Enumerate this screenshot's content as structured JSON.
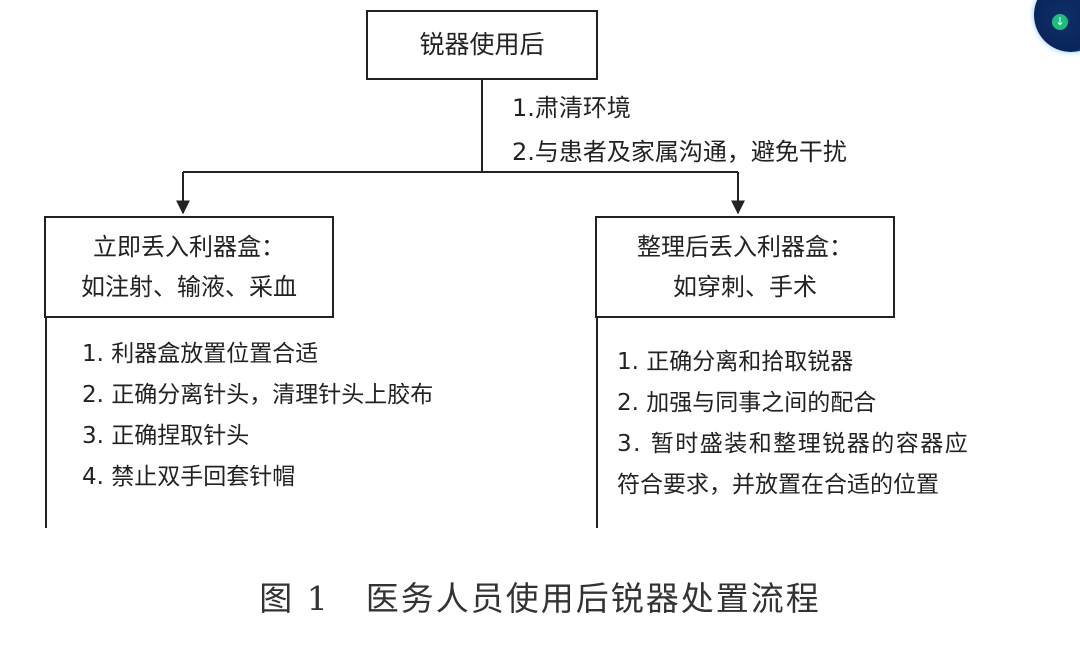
{
  "diagram": {
    "root": {
      "label": "锐器使用后"
    },
    "root_notes": [
      "1.肃清环境",
      "2.与患者及家属沟通，避免干扰"
    ],
    "branches": [
      {
        "line1": "立即丢入利器盒：",
        "line2": "如注射、输液、采血",
        "items": [
          "1.  利器盒放置位置合适",
          "2.  正确分离针头，清理针头上胶布",
          "3.  正确捏取针头",
          "4.  禁止双手回套针帽"
        ]
      },
      {
        "line1": "整理后丢入利器盒：",
        "line2": "如穿刺、手术",
        "items": [
          "1.  正确分离和拾取锐器",
          "2.  加强与同事之间的配合",
          "3.  暂时盛装和整理锐器的容器应",
          "符合要求，并放置在合适的位置"
        ]
      }
    ]
  },
  "caption": {
    "figure_number": "图 1",
    "title": "医务人员使用后锐器处置流程"
  },
  "colors": {
    "stroke": "#222222",
    "text": "#222222",
    "caption": "#333333"
  }
}
